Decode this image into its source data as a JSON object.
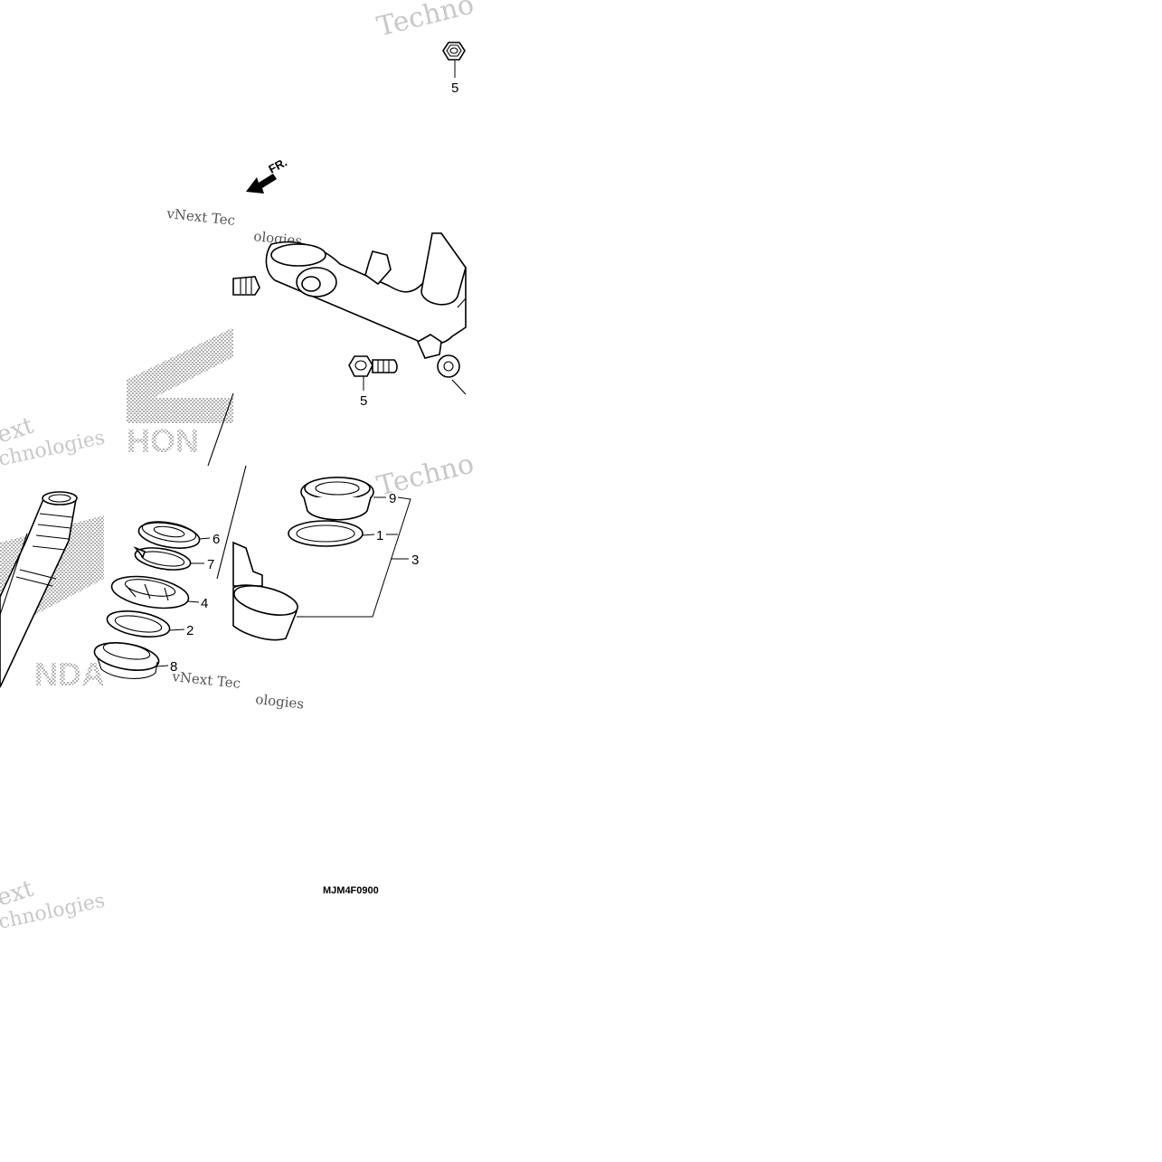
{
  "diagram": {
    "drawing_code": "MJM4F0900",
    "direction_label": "FR.",
    "callouts": [
      "5",
      "5",
      "9",
      "1",
      "3",
      "6",
      "7",
      "4",
      "2",
      "8"
    ],
    "watermarks": {
      "technologies_top": "Techno",
      "vnext_top": "vNext Tec",
      "ologies_top": "ologies",
      "ext_left": "ext",
      "chnologies_left": "chnologies",
      "honda_top": "HON",
      "technologies_mid": "Techno",
      "vnext_bottom": "vNext Tec",
      "ologies_bottom": "ologies",
      "ext_bottom": "ext",
      "chnologies_bottom": "chnologies",
      "honda_bottom": "NDA"
    }
  }
}
